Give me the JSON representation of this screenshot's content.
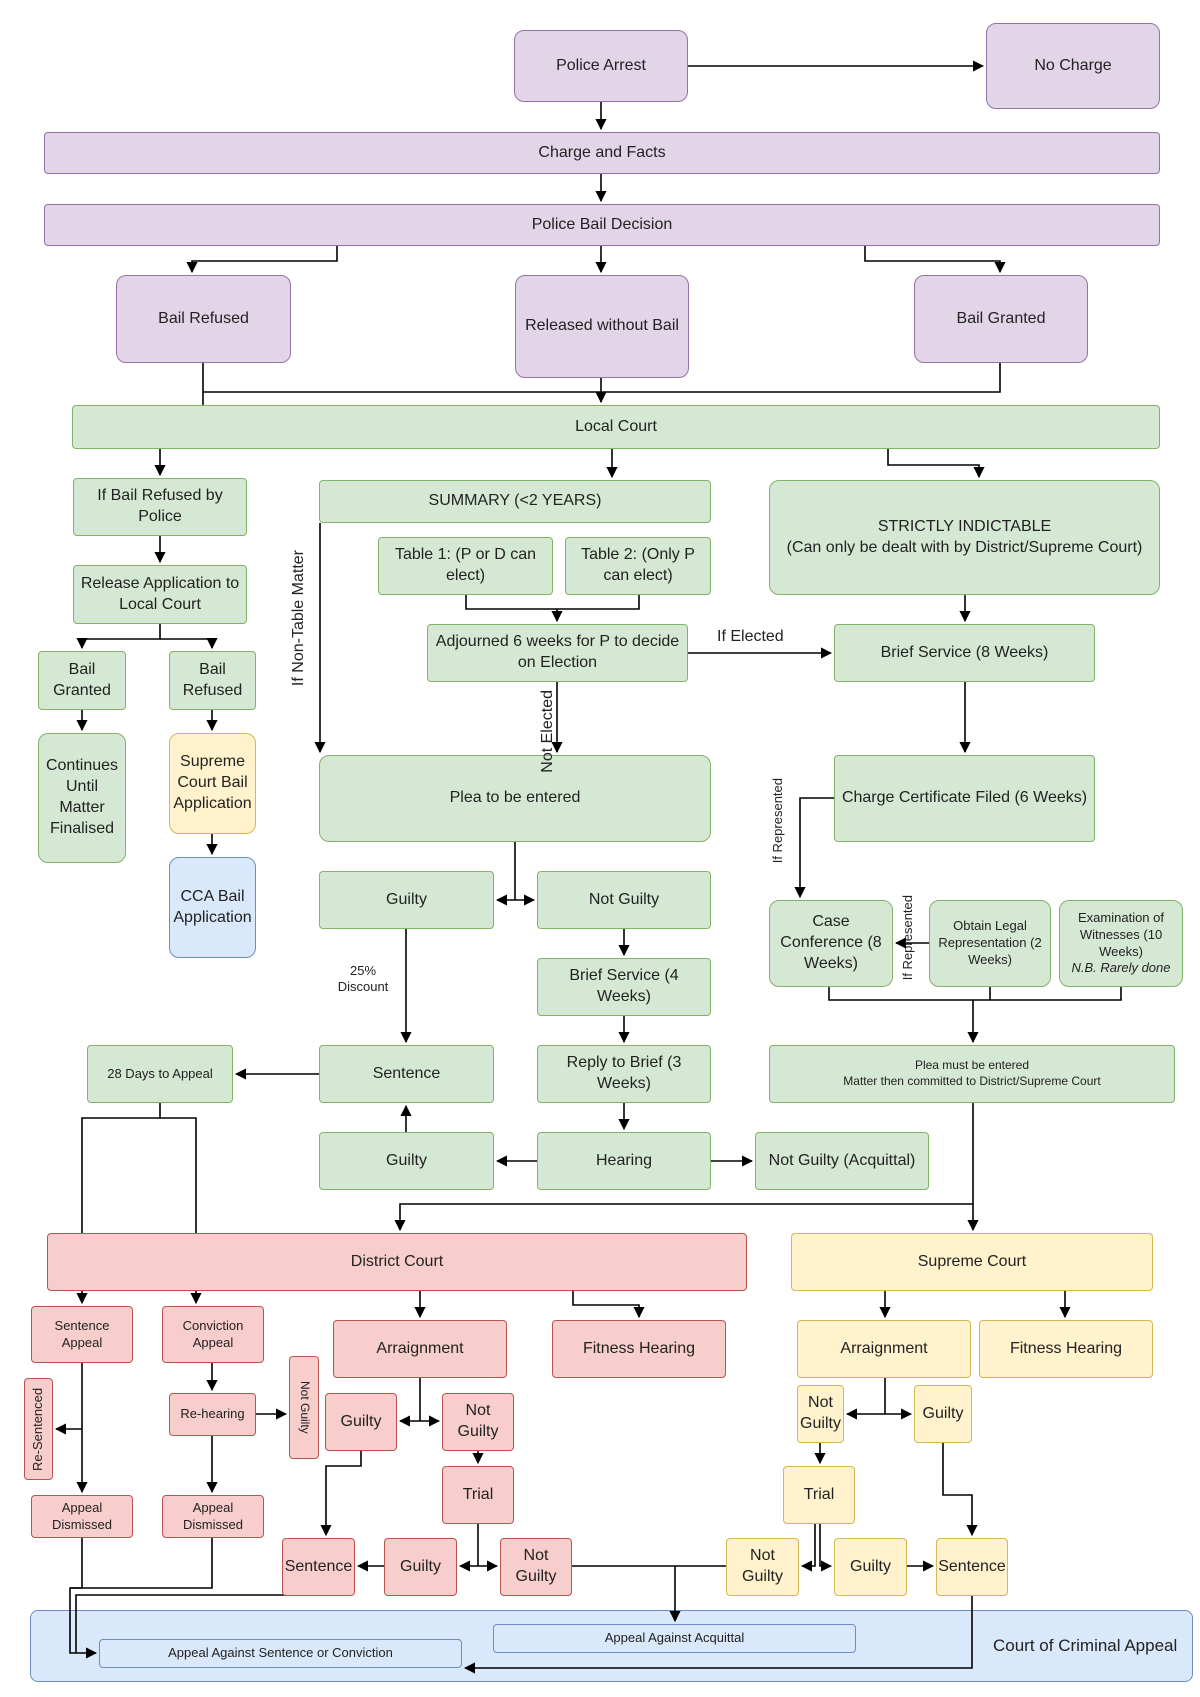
{
  "nodes": {
    "police_arrest": "Police Arrest",
    "no_charge": "No Charge",
    "charge_and_facts": "Charge and Facts",
    "police_bail_decision": "Police Bail Decision",
    "bail_refused": "Bail Refused",
    "released_without_bail": "Released without Bail",
    "bail_granted": "Bail Granted",
    "local_court": "Local Court",
    "if_bail_refused_by_police": "If Bail Refused by Police",
    "release_application": "Release Application to Local Court",
    "lc_bail_granted": "Bail Granted",
    "lc_bail_refused": "Bail Refused",
    "continues_until": "Continues Until Matter Finalised",
    "supreme_court_bail": "Supreme Court Bail Application",
    "cca_bail": "CCA Bail Application",
    "summary": "SUMMARY (<2 YEARS)",
    "table_1": "Table 1: (P or D can elect)",
    "table_2": "Table 2: (Only P can elect)",
    "adjourned": "Adjourned 6 weeks for P to decide on Election",
    "plea_to_be_entered": "Plea to be entered",
    "summary_guilty": "Guilty",
    "summary_not_guilty": "Not Guilty",
    "brief_service_4": "Brief Service (4 Weeks)",
    "reply_to_brief": "Reply to Brief (3 Weeks)",
    "sentence": "Sentence",
    "hearing": "Hearing",
    "hearing_guilty": "Guilty",
    "not_guilty_acquittal": "Not Guilty (Acquittal)",
    "days_to_appeal": "28 Days to Appeal",
    "strictly_indictable_title": "STRICTLY INDICTABLE",
    "strictly_indictable_sub": "(Can only be dealt with by District/Supreme Court)",
    "brief_service_8": "Brief Service (8 Weeks)",
    "charge_certificate": "Charge Certificate Filed (6 Weeks)",
    "case_conference": "Case Conference (8 Weeks)",
    "obtain_legal": "Obtain Legal Representation (2 Weeks)",
    "examination_witnesses": "Examination of Witnesses (10 Weeks)",
    "examination_note": "N.B. Rarely done",
    "plea_must_be_entered_1": "Plea must be entered",
    "plea_must_be_entered_2": "Matter then committed to District/Supreme Court",
    "district_court": "District Court",
    "supreme_court": "Supreme Court",
    "sentence_appeal": "Sentence Appeal",
    "conviction_appeal": "Conviction Appeal",
    "re_sentenced": "Re-Sentenced",
    "re_hearing": "Re-hearing",
    "not_guilty_vertical": "Not Guilty",
    "appeal_dismissed_1": "Appeal Dismissed",
    "appeal_dismissed_2": "Appeal Dismissed",
    "dc_arraignment": "Arraignment",
    "dc_fitness": "Fitness Hearing",
    "dc_guilty": "Guilty",
    "dc_not_guilty": "Not Guilty",
    "dc_trial": "Trial",
    "dc_sentence": "Sentence",
    "dc_trial_guilty": "Guilty",
    "dc_trial_not_guilty": "Not Guilty",
    "sc_arraignment": "Arraignment",
    "sc_fitness": "Fitness Hearing",
    "sc_not_guilty": "Not Guilty",
    "sc_guilty": "Guilty",
    "sc_trial": "Trial",
    "sc_trial_not_guilty": "Not Guilty",
    "sc_trial_guilty": "Guilty",
    "sc_sentence": "Sentence",
    "appeal_against_acquittal": "Appeal Against Acquittal",
    "appeal_against_sentence": "Appeal Against Sentence or Conviction",
    "court_of_criminal_appeal": "Court of Criminal Appeal"
  },
  "labels": {
    "if_non_table_matter": "If Non-Table Matter",
    "if_elected": "If Elected",
    "not_elected": "Not Elected",
    "discount": "25% Discount",
    "if_represented_1": "If Represented",
    "if_represented_2": "If Represented"
  },
  "colors": {
    "purple": "#e1d5e7",
    "green": "#d5e8d4",
    "red": "#f8cecc",
    "yellow": "#fff2cc",
    "blue": "#dae8fc"
  }
}
